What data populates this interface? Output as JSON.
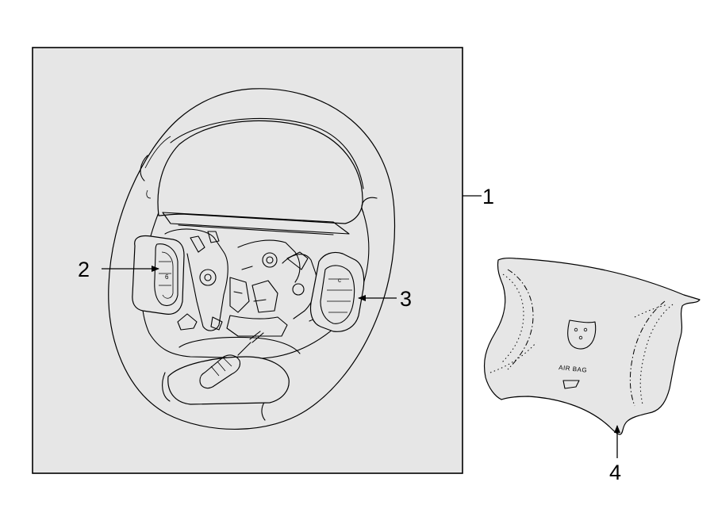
{
  "callouts": {
    "c1": "1",
    "c2": "2",
    "c3": "3",
    "c4": "4"
  },
  "cover": {
    "airbag_text": "AIR BAG"
  }
}
